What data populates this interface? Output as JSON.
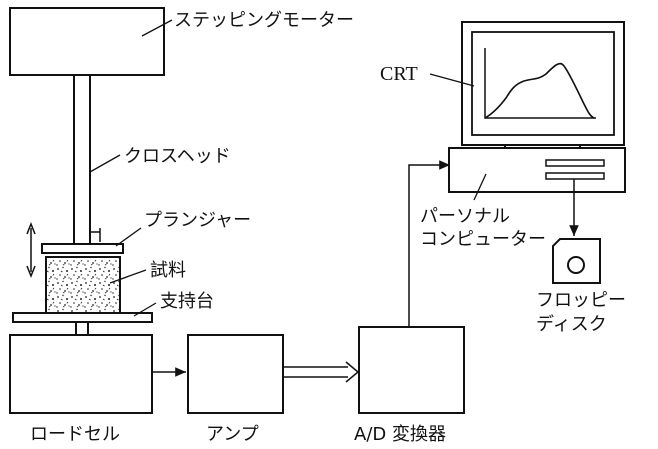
{
  "labels": {
    "stepping_motor": "ステッピングモーター",
    "crosshead": "クロスヘッド",
    "plunger": "プランジャー",
    "sample": "試料",
    "support": "支持台",
    "load_cell": "ロードセル",
    "amp": "アンプ",
    "ad_converter": "A/D 変換器",
    "crt": "CRT",
    "pc_line1": "パーソナル",
    "pc_line2": "コンピューター",
    "floppy_line1": "フロッピー",
    "floppy_line2": "ディスク"
  },
  "colors": {
    "line": "#111111",
    "background": "#ffffff"
  }
}
